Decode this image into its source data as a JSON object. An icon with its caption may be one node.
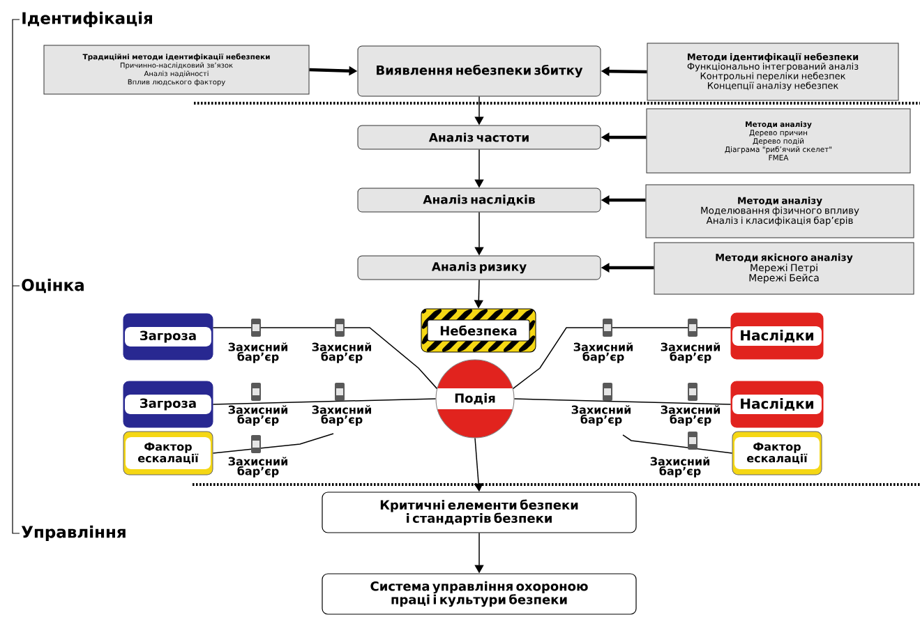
{
  "diagram": {
    "nodes": [
      {
        "text": [
          "Традиційні методи ідентифікації небезпеки",
          "Причинно-наслідковий зв’язок",
          "Аналіз надійності",
          "Вплив людського фактору"
        ]
      },
      {
        "text": [
          "Виявлення небезпеки збитку"
        ]
      },
      {
        "text": [
          "Методи ідентифікації небезпеки",
          "Функціонально інтегрований аналіз",
          "Контрольні переліки небезпек",
          "Концепції аналізу небезпек"
        ]
      },
      {
        "text": [
          "Аналіз частоти"
        ]
      },
      {
        "text": [
          "Методи аналізу",
          "Дерево причин",
          "Дерево подій",
          "Діаграма \"риб’ячий скелет\"",
          "FMEA"
        ]
      },
      {
        "text": [
          "Аналіз наслідків"
        ]
      },
      {
        "text": [
          "Методи аналізу",
          "Моделювання фізичного впливу",
          "Аналіз і класифікація бар’єрів"
        ]
      },
      {
        "text": [
          "Аналіз ризику"
        ]
      },
      {
        "text": [
          "Методи якісного аналізу",
          "Мережі Петрі",
          "Мережі Бейса"
        ]
      },
      {
        "text": [
          "Небезпека"
        ]
      },
      {
        "text": [
          "Загроза"
        ]
      },
      {
        "text": [
          "Загроза"
        ]
      },
      {
        "text": [
          "Фактор ескалації"
        ]
      },
      {
        "text": [
          "Подія"
        ]
      },
      {
        "text": [
          "Наслідки"
        ]
      },
      {
        "text": [
          "Наслідки"
        ]
      },
      {
        "text": [
          "Фактор ескалації"
        ]
      },
      {
        "text": [
          "Критичні елементи безпеки і стандартів безпеки"
        ]
      },
      {
        "text": [
          "Система управління охороною праці і культури безпеки"
        ]
      }
    ],
    "edges": [
      {
        "from": 0,
        "to": 1,
        "arrow": "to",
        "style": "thick"
      },
      {
        "from": 2,
        "to": 1,
        "arrow": "to",
        "style": "thick"
      },
      {
        "from": 1,
        "to": 3,
        "arrow": "to"
      },
      {
        "from": 4,
        "to": 3,
        "arrow": "to",
        "style": "thick"
      },
      {
        "from": 3,
        "to": 5,
        "arrow": "to"
      },
      {
        "from": 6,
        "to": 5,
        "arrow": "to",
        "style": "thick"
      },
      {
        "from": 5,
        "to": 7,
        "arrow": "to"
      },
      {
        "from": 8,
        "to": 7,
        "arrow": "to",
        "style": "thick"
      },
      {
        "from": 7,
        "to": 9,
        "arrow": "to"
      },
      {
        "from": 10,
        "to": 13,
        "arrow": "none"
      },
      {
        "from": 11,
        "to": 13,
        "arrow": "none"
      },
      {
        "from": 12,
        "to": null,
        "arrow": "none"
      },
      {
        "from": 13,
        "to": 14,
        "arrow": "none"
      },
      {
        "from": 13,
        "to": 15,
        "arrow": "none"
      },
      {
        "from": 16,
        "to": null,
        "arrow": "none"
      },
      {
        "from": 13,
        "to": 17,
        "arrow": "to"
      },
      {
        "from": 17,
        "to": 18,
        "arrow": "to"
      }
    ],
    "labels": [
      "Ідентифікація",
      "Оцінка",
      "Захисний бар’єр",
      "Захисний бар’єр",
      "Захисний бар’єр",
      "Захисний бар’єр",
      "Захисний бар’єр",
      "Захисний бар’єр",
      "Захисний бар’єр",
      "Захисний бар’єр",
      "Захисний бар’єр",
      "Захисний бар’єр",
      "Управління"
    ]
  }
}
